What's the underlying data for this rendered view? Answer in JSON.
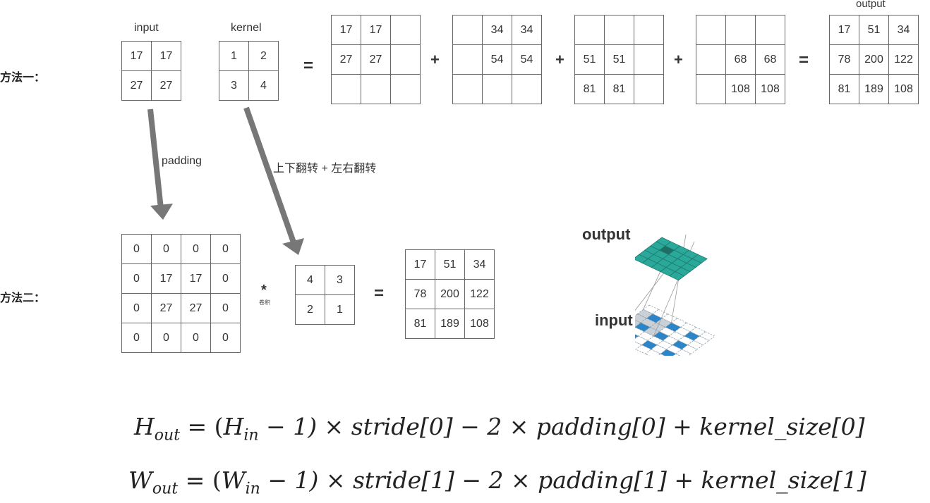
{
  "method1": {
    "label": "方法一：",
    "input_label": "input",
    "kernel_label": "kernel",
    "input": [
      [
        "17",
        "17"
      ],
      [
        "27",
        "27"
      ]
    ],
    "kernel": [
      [
        "1",
        "2"
      ],
      [
        "3",
        "4"
      ]
    ],
    "partials": [
      [
        [
          "17",
          "17",
          ""
        ],
        [
          "27",
          "27",
          ""
        ],
        [
          "",
          "",
          ""
        ]
      ],
      [
        [
          "",
          "34",
          "34"
        ],
        [
          "",
          "54",
          "54"
        ],
        [
          "",
          "",
          ""
        ]
      ],
      [
        [
          "",
          "",
          ""
        ],
        [
          "51",
          "51",
          ""
        ],
        [
          "81",
          "81",
          ""
        ]
      ],
      [
        [
          "",
          "",
          ""
        ],
        [
          "",
          "68",
          "68"
        ],
        [
          "",
          "108",
          "108"
        ]
      ]
    ],
    "output_label": "output",
    "output": [
      [
        "17",
        "51",
        "34"
      ],
      [
        "78",
        "200",
        "122"
      ],
      [
        "81",
        "189",
        "108"
      ]
    ],
    "equals": "=",
    "plus": "+"
  },
  "arrows": {
    "padding_label": "padding",
    "flip_label": "上下翻转 + 左右翻转"
  },
  "method2": {
    "label": "方法二：",
    "padded_input": [
      [
        "0",
        "0",
        "0",
        "0"
      ],
      [
        "0",
        "17",
        "17",
        "0"
      ],
      [
        "0",
        "27",
        "27",
        "0"
      ],
      [
        "0",
        "0",
        "0",
        "0"
      ]
    ],
    "conv_symbol": "*",
    "conv_label": "卷积",
    "flipped_kernel": [
      [
        "4",
        "3"
      ],
      [
        "2",
        "1"
      ]
    ],
    "equals": "=",
    "output": [
      [
        "17",
        "51",
        "34"
      ],
      [
        "78",
        "200",
        "122"
      ],
      [
        "81",
        "189",
        "108"
      ]
    ]
  },
  "illustration": {
    "output_label": "output",
    "input_label": "input",
    "colors": {
      "output_teal": "#2aa89a",
      "input_blue": "#2b86c9",
      "arrow_gray": "#777777"
    }
  },
  "formulas": {
    "h": {
      "lhs_var": "H",
      "lhs_sub": "out",
      "eq": " = (",
      "in_var": "H",
      "in_sub": "in",
      "rest": " − 1) × stride[0] − 2 × padding[0] + kernel_size[0]"
    },
    "w": {
      "lhs_var": "W",
      "lhs_sub": "out",
      "eq": " = (",
      "in_var": "W",
      "in_sub": "in",
      "rest": " − 1) × stride[1] − 2 × padding[1] + kernel_size[1]"
    }
  }
}
